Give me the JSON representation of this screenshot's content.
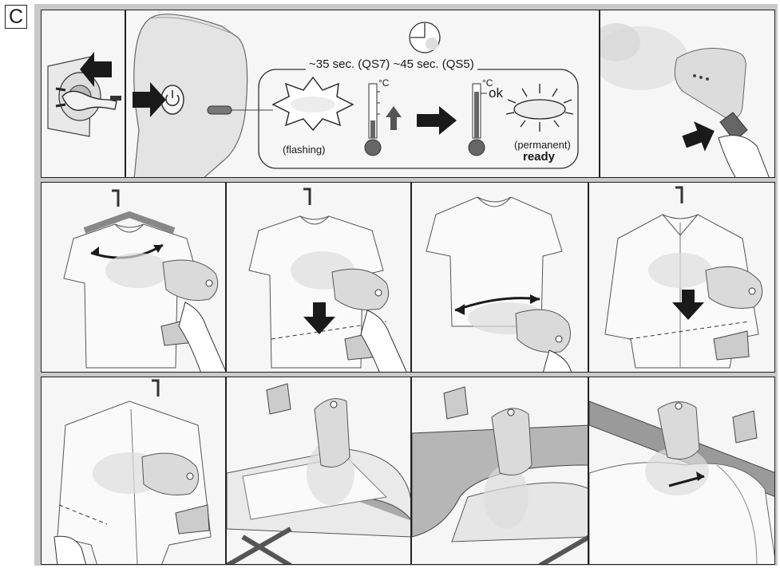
{
  "section": {
    "label": "C"
  },
  "step1": {
    "timing": "~35 sec. (QS7) ~45 sec. (QS5)",
    "celsius_heating": "°C",
    "celsius_ready": "°C",
    "ok_label": "ok",
    "flashing_label": "(flashing)",
    "permanent_label": "(permanent)",
    "ready_label": "ready"
  },
  "colors": {
    "panel_bg": "#f6f6f6",
    "frame_bg": "#c9c9c9",
    "arrow": "#1a1a1a",
    "device": "#d7d7d7"
  },
  "icons": [
    "plug-icon",
    "power-button-icon",
    "clock-icon",
    "thermometer-icon",
    "starburst-light-icon",
    "arrow-icon",
    "steamer-icon",
    "shirt-icon",
    "ironing-board-icon",
    "hand-icon"
  ]
}
